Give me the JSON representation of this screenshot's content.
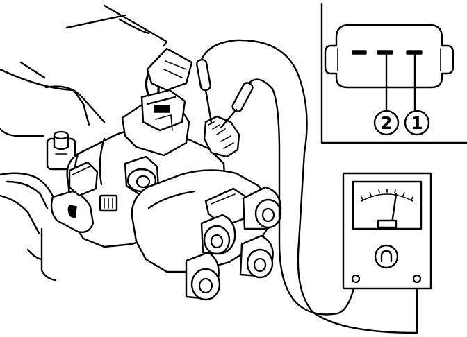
{
  "diagram": {
    "type": "technical-illustration",
    "connector_inset": {
      "pins": [
        {
          "label": "2"
        },
        {
          "label": "1"
        }
      ]
    },
    "meter": {
      "icon": "ohm-icon"
    },
    "colors": {
      "ink": "#000000",
      "paper": "#ffffff"
    }
  }
}
